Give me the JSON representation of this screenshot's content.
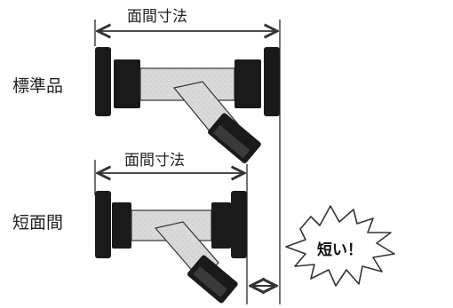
{
  "dimension_label": "面間寸法",
  "standard": {
    "label": "標準品"
  },
  "short": {
    "label": "短面間"
  },
  "callout": {
    "text": "短い！"
  },
  "colors": {
    "ink": "#1a1a1a",
    "body_fill": "#d8d8d8",
    "line": "#333333"
  }
}
